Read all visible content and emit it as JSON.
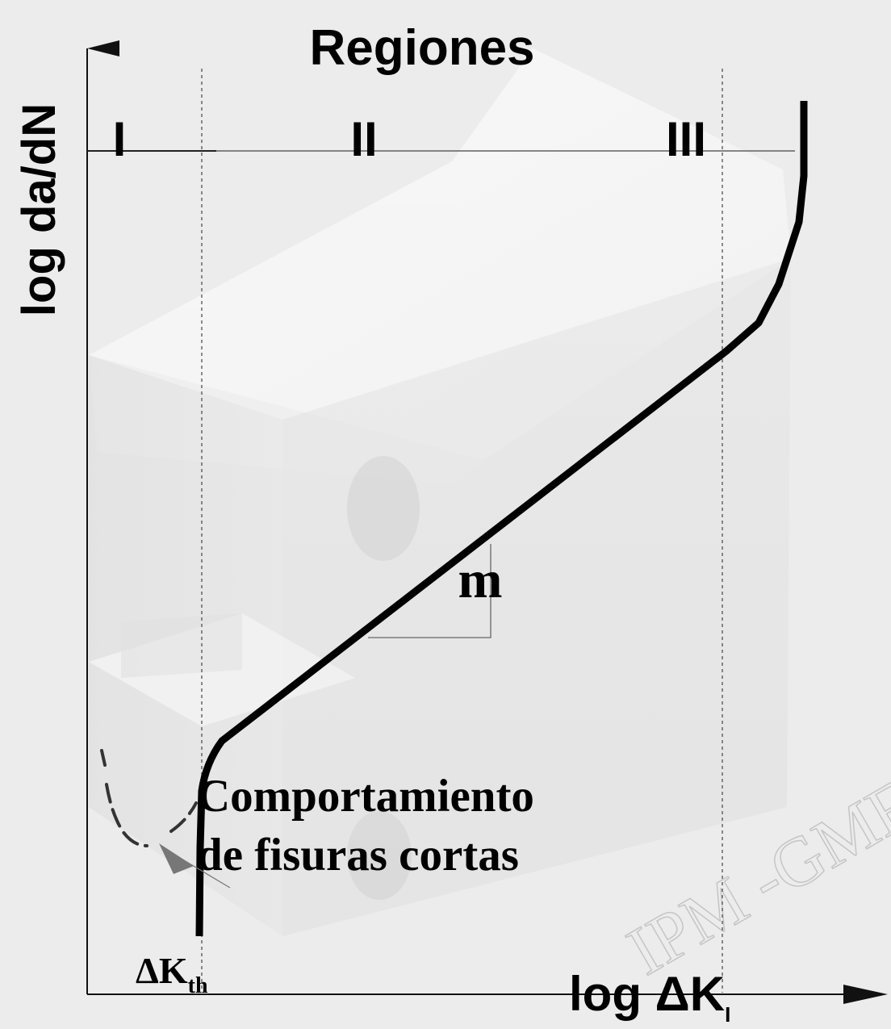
{
  "diagram": {
    "title": "Regiones",
    "y_axis_label": "log da/dN",
    "x_axis_label": "log ΔK",
    "x_axis_label_subscript": "I",
    "regions": [
      "I",
      "II",
      "III"
    ],
    "slope_label": "m",
    "threshold_label": "ΔK",
    "threshold_label_subscript": "th",
    "short_crack_label_line1": "Comportamiento",
    "short_crack_label_line2": "de fisuras cortas",
    "watermark_text": "IPM -GMF"
  },
  "colors": {
    "background": "#ececec",
    "curve": "#000000",
    "axis": "#111111",
    "short_crack_curve": "#333333",
    "arrow": "#777777"
  }
}
